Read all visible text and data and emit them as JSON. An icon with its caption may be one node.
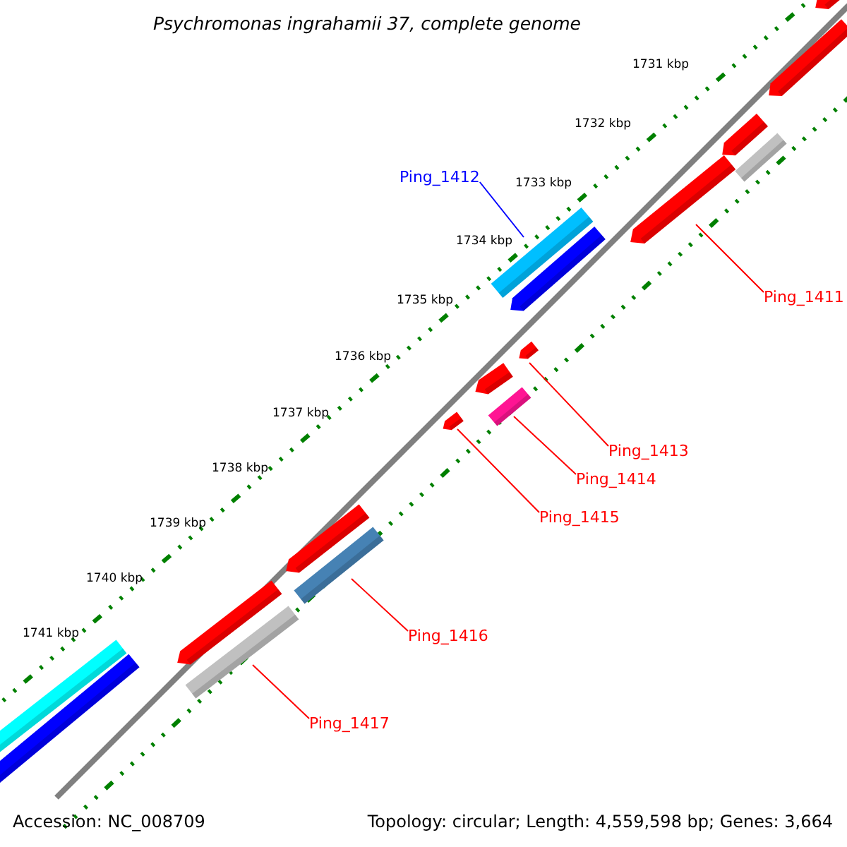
{
  "diagram": {
    "title": "Psychromonas ingrahamii 37, complete genome",
    "nodes": [
      {
        "text": [
          "Ping_1411"
        ]
      },
      {
        "text": [
          "Ping_1412"
        ]
      },
      {
        "text": [
          "Ping_1413"
        ]
      },
      {
        "text": [
          "Ping_1414"
        ]
      },
      {
        "text": [
          "Ping_1415"
        ]
      },
      {
        "text": [
          "Ping_1416"
        ]
      },
      {
        "text": [
          "Ping_1417"
        ]
      },
      {
        "text": [],
        "shape": "bar"
      },
      {
        "text": [],
        "shape": "bar"
      },
      {
        "text": [],
        "shape": "bar"
      },
      {
        "text": [],
        "shape": "bar"
      },
      {
        "text": [],
        "shape": "bar"
      },
      {
        "text": [],
        "shape": "bar"
      },
      {
        "text": [],
        "shape": "bar"
      }
    ],
    "edges": [
      {
        "from": 0,
        "to": 7,
        "arrow": "none"
      },
      {
        "from": 1,
        "to": 8,
        "arrow": "none",
        "color": "#0000ff"
      },
      {
        "from": 2,
        "to": 9,
        "arrow": "none"
      },
      {
        "from": 3,
        "to": 10,
        "arrow": "none"
      },
      {
        "from": 4,
        "to": 11,
        "arrow": "none"
      },
      {
        "from": 5,
        "to": 12,
        "arrow": "none"
      },
      {
        "from": 6,
        "to": 13,
        "arrow": "none"
      }
    ],
    "labels": [
      "1731 kbp",
      "1732 kbp",
      "1733 kbp",
      "1734 kbp",
      "1735 kbp",
      "1736 kbp",
      "1737 kbp",
      "1738 kbp",
      "1739 kbp",
      "1740 kbp",
      "1741 kbp",
      "Accession: NC_008709",
      "Topology: circular; Length: 4,559,598 bp; Genes: 3,664"
    ]
  }
}
